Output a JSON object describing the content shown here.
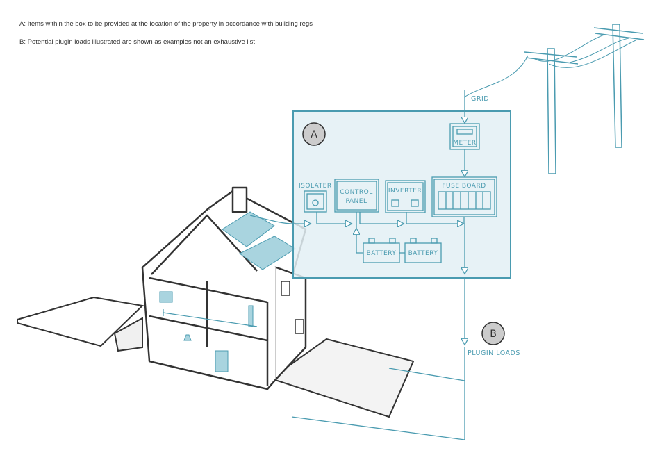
{
  "notes": {
    "a": "A: Items within the box to be provided at the location of the property in accordance with building regs",
    "b": "B: Potential plugin loads illustrated are shown as examples not an exhaustive list"
  },
  "diagram": {
    "box_marker": "A",
    "loads_marker": "B",
    "grid_label": "GRID",
    "meter_label": "METER",
    "isolater_label": "ISOLATER",
    "control_panel_label": [
      "CONTROL",
      "PANEL"
    ],
    "inverter_label": "INVERTER",
    "fuse_board_label": "FUSE BOARD",
    "battery_labels": [
      "BATTERY",
      "BATTERY"
    ],
    "plugin_loads_label": "PLUGIN LOADS"
  },
  "colors": {
    "line": "#4a9bb0",
    "box_fill": "#e3f0f4",
    "panel": "#a9d4df",
    "ink": "#333333"
  }
}
